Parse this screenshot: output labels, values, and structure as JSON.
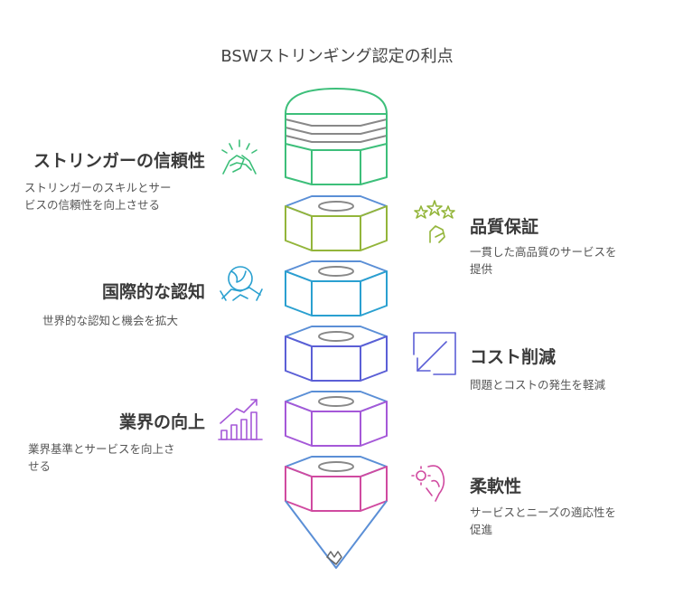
{
  "title": "BSWストリンギング認定の利点",
  "colors": {
    "top_green": "#3dbf7a",
    "olive": "#93b53a",
    "cyan": "#2aa0d0",
    "indigo": "#5b5fd6",
    "violet": "#a558d8",
    "magenta": "#d04aa0",
    "gray_band": "#888888",
    "tip_blue": "#5b8fd6"
  },
  "benefits": {
    "reliability": {
      "heading": "ストリンガーの信頼性",
      "desc_line1": "ストリンガーのスキルとサー",
      "desc_line2": "ビスの信頼性を向上させる",
      "icon": "handshake-icon"
    },
    "quality": {
      "heading": "品質保証",
      "desc_line1": "一貫した高品質のサービスを",
      "desc_line2": "提供",
      "icon": "stars-hand-icon"
    },
    "recognition": {
      "heading": "国際的な認知",
      "desc_line1": "世界的な認知と機会を拡大",
      "icon": "globe-handshake-icon"
    },
    "cost": {
      "heading": "コスト削減",
      "desc_line1": "問題とコストの発生を軽減",
      "icon": "arrow-down-left-icon"
    },
    "industry": {
      "heading": "業界の向上",
      "desc_line1": "業界基準とサービスを向上さ",
      "desc_line2": "せる",
      "icon": "growth-chart-icon"
    },
    "flexibility": {
      "heading": "柔軟性",
      "desc_line1": "サービスとニーズの適応性を",
      "desc_line2": "促進",
      "icon": "flexible-hand-icon"
    }
  }
}
